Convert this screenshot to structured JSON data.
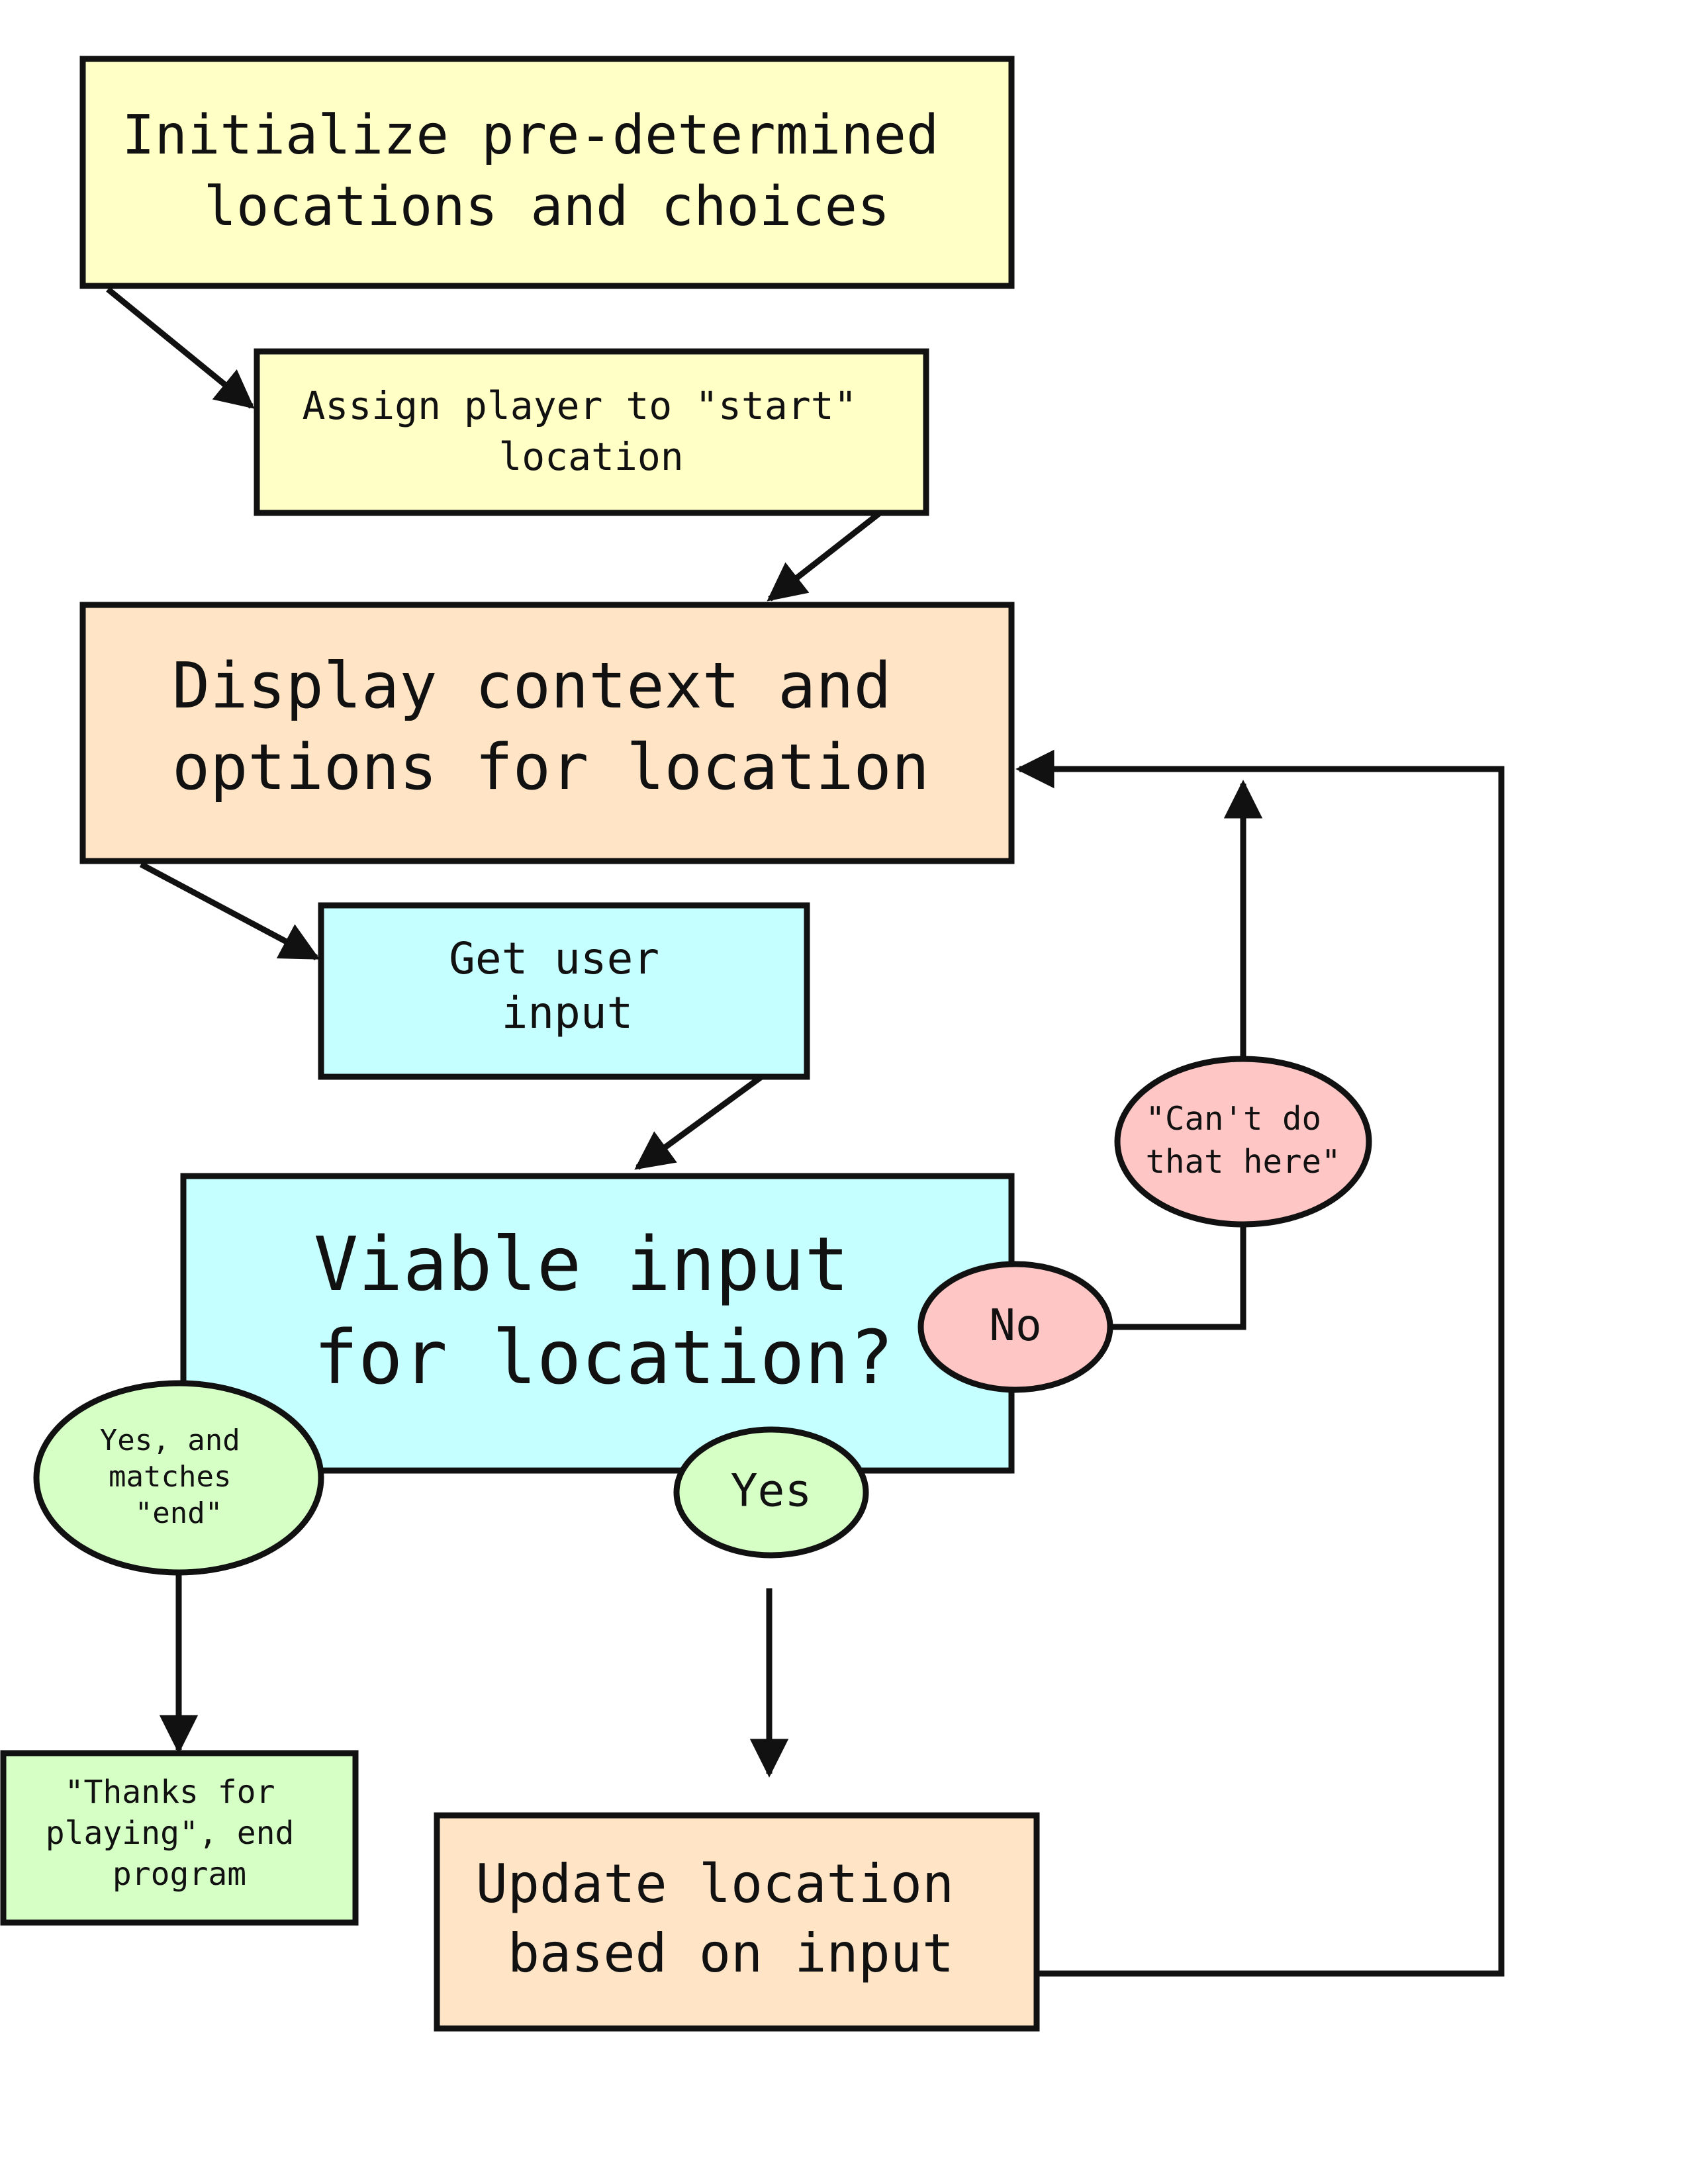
{
  "colors": {
    "yellow": "#ffffc6",
    "peach": "#ffe5c6",
    "cyan": "#c6ffff",
    "red": "#ffc6c6",
    "green": "#d6ffc6",
    "stroke": "#111111"
  },
  "nodes": {
    "initialize": {
      "shape": "rectangle",
      "fill": "yellow",
      "lines": [
        "Initialize pre-determined",
        "locations and choices"
      ]
    },
    "assign_start": {
      "shape": "rectangle",
      "fill": "yellow",
      "lines": [
        "Assign player to \"start\"",
        "location"
      ]
    },
    "display_context": {
      "shape": "rectangle",
      "fill": "peach",
      "lines": [
        "Display context and",
        "options for location"
      ]
    },
    "get_input": {
      "shape": "rectangle",
      "fill": "cyan",
      "lines": [
        "Get user",
        "input"
      ]
    },
    "viable_input": {
      "shape": "rectangle",
      "fill": "cyan",
      "lines": [
        "Viable input",
        "for location?"
      ]
    },
    "cant_do": {
      "shape": "ellipse",
      "fill": "red",
      "lines": [
        "\"Can't do",
        "that here\""
      ]
    },
    "no": {
      "shape": "ellipse",
      "fill": "red",
      "lines": [
        "No"
      ]
    },
    "yes_end": {
      "shape": "ellipse",
      "fill": "green",
      "lines": [
        "Yes, and",
        "matches",
        "\"end\""
      ]
    },
    "yes": {
      "shape": "ellipse",
      "fill": "green",
      "lines": [
        "Yes"
      ]
    },
    "thanks": {
      "shape": "rectangle",
      "fill": "green",
      "lines": [
        "\"Thanks for",
        "playing\", end",
        "program"
      ]
    },
    "update_location": {
      "shape": "rectangle",
      "fill": "peach",
      "lines": [
        "Update location",
        "based on input"
      ]
    }
  },
  "edges": [
    {
      "from": "initialize",
      "to": "assign_start",
      "arrow": true
    },
    {
      "from": "assign_start",
      "to": "display_context",
      "arrow": true
    },
    {
      "from": "display_context",
      "to": "get_input",
      "arrow": true
    },
    {
      "from": "get_input",
      "to": "viable_input",
      "arrow": true
    },
    {
      "from": "no",
      "to": "cant_do",
      "arrow": false
    },
    {
      "from": "cant_do",
      "to": "display_context",
      "arrow": true
    },
    {
      "from": "yes_end",
      "to": "thanks",
      "arrow": true
    },
    {
      "from": "yes",
      "to": "update_location",
      "arrow": true
    },
    {
      "from": "update_location",
      "to": "display_context",
      "arrow": true
    }
  ]
}
